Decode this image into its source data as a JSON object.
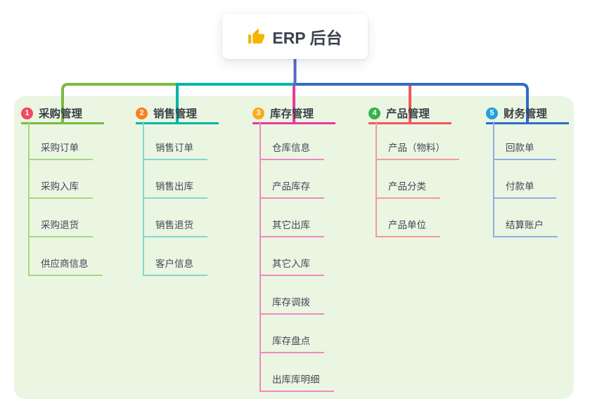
{
  "root": {
    "label": "ERP 后台",
    "icon": "thumbs-up-icon",
    "card_color": "#ffffff",
    "edge_color": "#5a68c4"
  },
  "background_color": "#eaf6e2",
  "branches": [
    {
      "num": "1",
      "name": "采购管理",
      "colors": {
        "badge": "#f2495f",
        "line": "#7cb93e",
        "child_line": "#a9d67e"
      },
      "children": [
        "采购订单",
        "采购入库",
        "采购退货",
        "供应商信息"
      ]
    },
    {
      "num": "2",
      "name": "销售管理",
      "colors": {
        "badge": "#f6821f",
        "line": "#00b5a5",
        "child_line": "#7fd8cc"
      },
      "children": [
        "销售订单",
        "销售出库",
        "销售退货",
        "客户信息"
      ]
    },
    {
      "num": "3",
      "name": "库存管理",
      "colors": {
        "badge": "#fbab1d",
        "line": "#e83a9b",
        "child_line": "#f187c1"
      },
      "children": [
        "仓库信息",
        "产品库存",
        "其它出库",
        "其它入库",
        "库存调拨",
        "库存盘点",
        "出库库明细"
      ]
    },
    {
      "num": "4",
      "name": "产品管理",
      "colors": {
        "badge": "#35b34a",
        "line": "#f4545c",
        "child_line": "#f9979b"
      },
      "children": [
        "产品（物料）",
        "产品分类",
        "产品单位"
      ]
    },
    {
      "num": "5",
      "name": "财务管理",
      "colors": {
        "badge": "#22a0dc",
        "line": "#2f6bc9",
        "child_line": "#94abe4"
      },
      "children": [
        "回款单",
        "付款单",
        "结算账户"
      ]
    }
  ]
}
